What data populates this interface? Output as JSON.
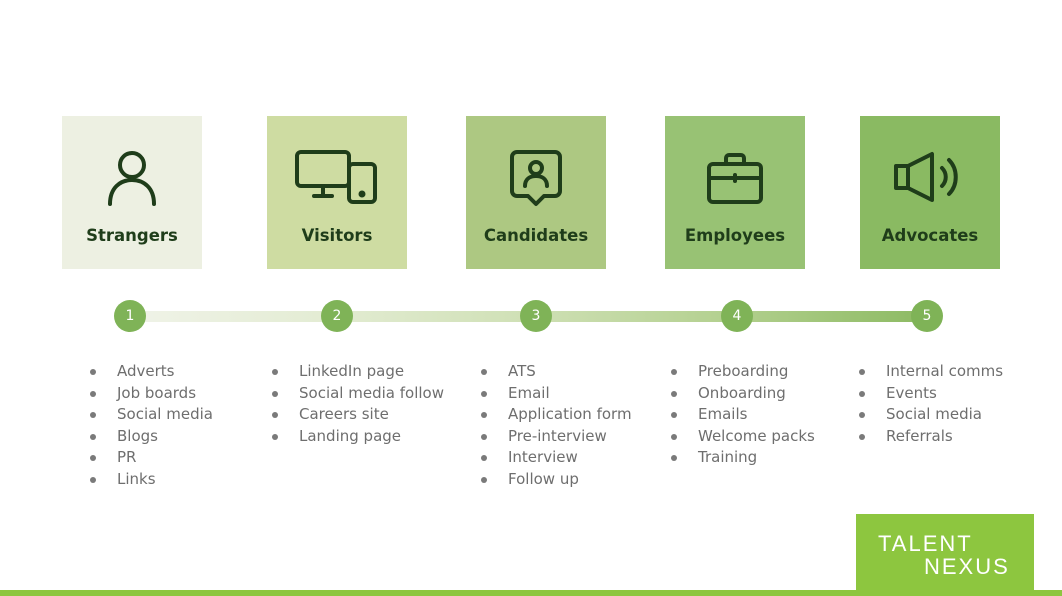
{
  "stages": [
    {
      "label": "Strangers",
      "icon": "person-icon",
      "number": "1",
      "color": "#edf0e2",
      "items": [
        "Adverts",
        "Job boards",
        "Social media",
        "Blogs",
        "PR",
        "Links"
      ]
    },
    {
      "label": "Visitors",
      "icon": "devices-icon",
      "number": "2",
      "color": "#cedca2",
      "items": [
        "LinkedIn page",
        "Social media follow",
        "Careers site",
        "Landing page"
      ]
    },
    {
      "label": "Candidates",
      "icon": "candidate-profile-icon",
      "number": "3",
      "color": "#adc882",
      "items": [
        "ATS",
        "Email",
        "Application form",
        "Pre-interview",
        "Interview",
        "Follow up"
      ]
    },
    {
      "label": "Employees",
      "icon": "briefcase-icon",
      "number": "4",
      "color": "#98c274",
      "items": [
        "Preboarding",
        "Onboarding",
        "Emails",
        "Welcome packs",
        "Training"
      ]
    },
    {
      "label": "Advocates",
      "icon": "megaphone-icon",
      "number": "5",
      "color": "#8aba62",
      "items": [
        "Internal comms",
        "Events",
        "Social media",
        "Referrals"
      ]
    }
  ],
  "logo": {
    "line1": "TALENT",
    "line2": "NEXUS",
    "color": "#8dc63f"
  },
  "icon_color": "#1f3d1a",
  "accent_color": "#7fb357"
}
